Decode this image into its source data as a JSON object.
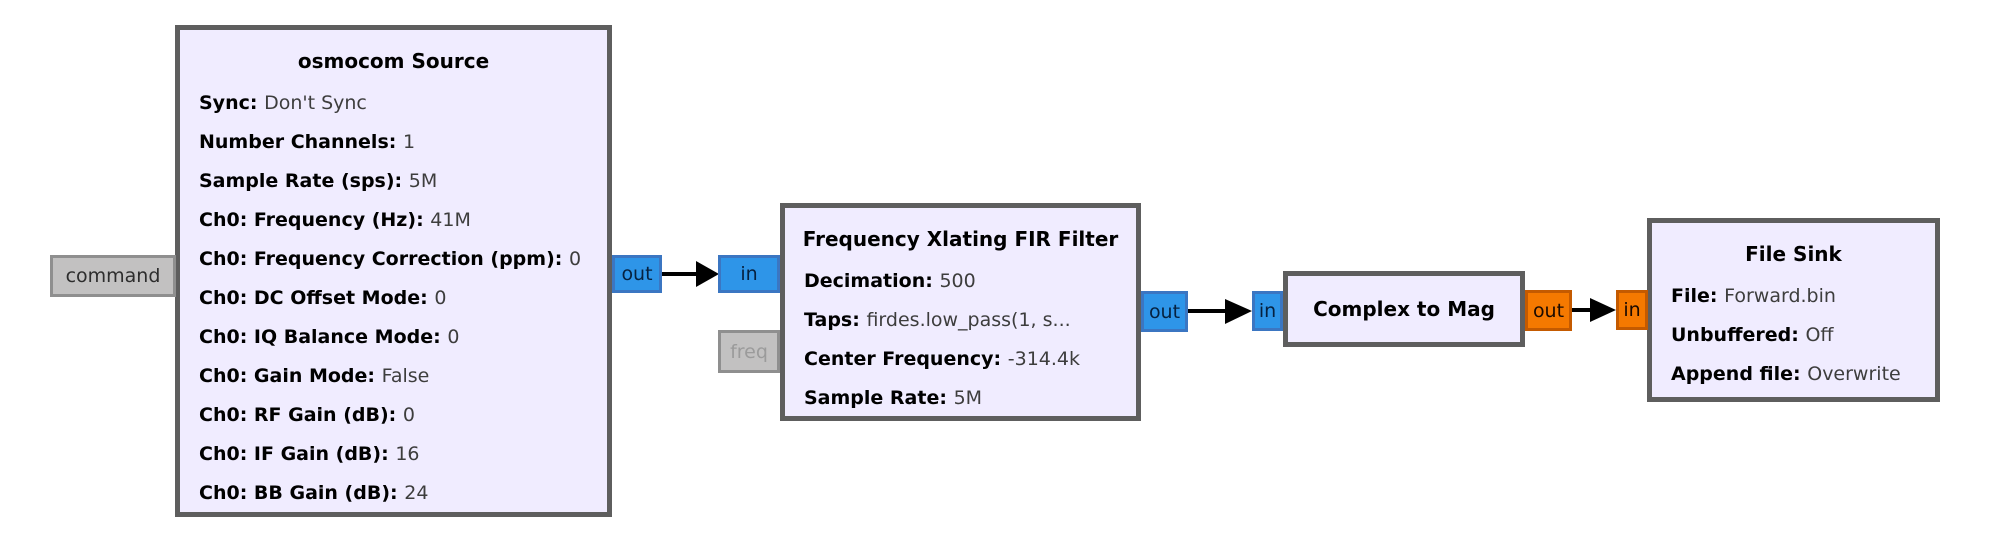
{
  "blocks": [
    {
      "title": "osmocom Source",
      "params": [
        {
          "name": "Sync",
          "value": "Don't Sync"
        },
        {
          "name": "Number Channels",
          "value": "1"
        },
        {
          "name": "Sample Rate (sps)",
          "value": "5M"
        },
        {
          "name": "Ch0: Frequency (Hz)",
          "value": "41M"
        },
        {
          "name": "Ch0: Frequency Correction (ppm)",
          "value": "0"
        },
        {
          "name": "Ch0: DC Offset Mode",
          "value": "0"
        },
        {
          "name": "Ch0: IQ Balance Mode",
          "value": "0"
        },
        {
          "name": "Ch0: Gain Mode",
          "value": "False"
        },
        {
          "name": "Ch0: RF Gain (dB)",
          "value": "0"
        },
        {
          "name": "Ch0: IF Gain (dB)",
          "value": "16"
        },
        {
          "name": "Ch0: BB Gain (dB)",
          "value": "24"
        }
      ]
    },
    {
      "title": "Frequency Xlating FIR Filter",
      "params": [
        {
          "name": "Decimation",
          "value": "500"
        },
        {
          "name": "Taps",
          "value": "firdes.low_pass(1, s..."
        },
        {
          "name": "Center Frequency",
          "value": "-314.4k"
        },
        {
          "name": "Sample Rate",
          "value": "5M"
        }
      ]
    },
    {
      "title": "Complex to Mag",
      "params": []
    },
    {
      "title": "File Sink",
      "params": [
        {
          "name": "File",
          "value": "Forward.bin"
        },
        {
          "name": "Unbuffered",
          "value": "Off"
        },
        {
          "name": "Append file",
          "value": "Overwrite"
        }
      ]
    }
  ],
  "ports": {
    "osmocom_command": "command",
    "osmocom_out": "out",
    "fir_in": "in",
    "fir_freq": "freq",
    "fir_out": "out",
    "complex_to_mag_in": "in",
    "complex_to_mag_out": "out",
    "file_sink_in": "in"
  },
  "connections": [
    {
      "from": "osmocom Source:out",
      "to": "Frequency Xlating FIR Filter:in"
    },
    {
      "from": "Frequency Xlating FIR Filter:out",
      "to": "Complex to Mag:in"
    },
    {
      "from": "Complex to Mag:out",
      "to": "File Sink:in"
    }
  ],
  "colors": {
    "canvas_background": "#ffffff",
    "block_fill": "#f0ecff",
    "block_border": "#5e5e5e",
    "complex_port_fill": "#2e95e8",
    "complex_port_border": "#3b76c2",
    "float_port_fill": "#f57900",
    "float_port_border": "#c45a00",
    "message_port_fill": "#c2c1c1",
    "message_port_border": "#8f8f8f",
    "connection": "#000000"
  }
}
